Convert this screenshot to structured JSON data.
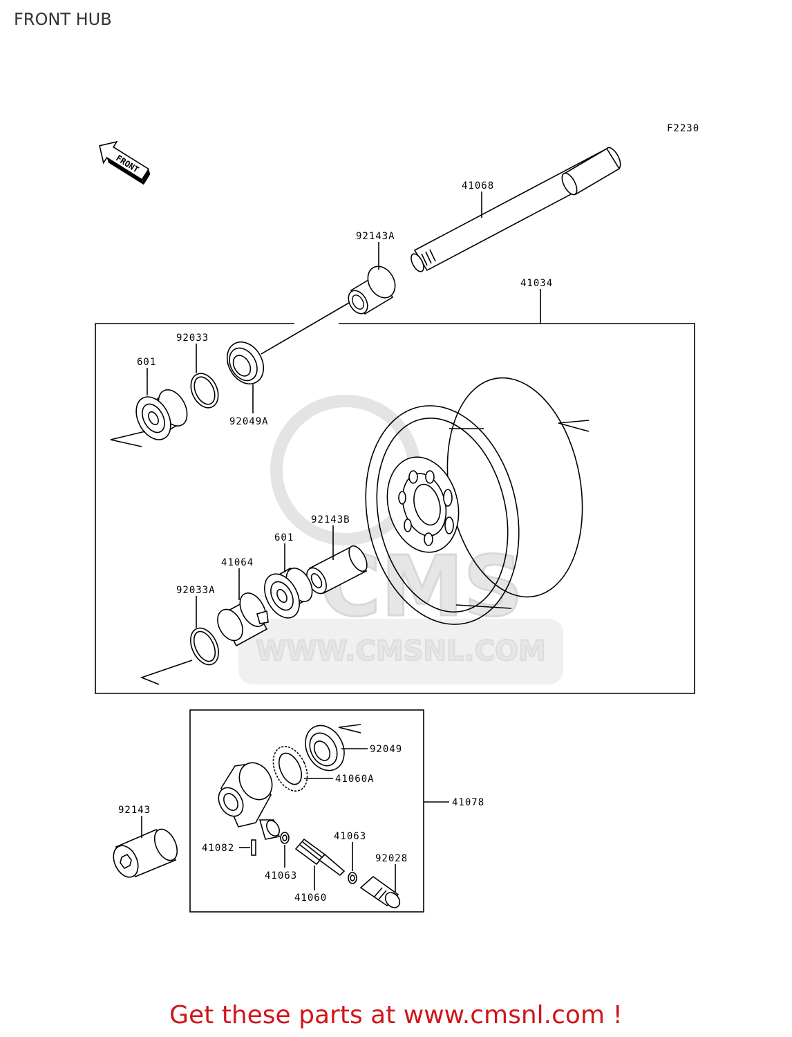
{
  "page": {
    "title": "FRONT HUB",
    "diagram_code": "F2230",
    "front_arrow_text": "FRONT",
    "footer_text": "Get these parts at www.cmsnl.com !"
  },
  "watermark": {
    "brand": "CMS",
    "url": "WWW.CMSNL.COM"
  },
  "parts": {
    "p41068": "41068",
    "p92143A": "92143A",
    "p41034": "41034",
    "p92033": "92033",
    "p601_top": "601",
    "p92049A": "92049A",
    "p92143B": "92143B",
    "p601_bottom": "601",
    "p41064": "41064",
    "p92033A": "92033A",
    "p92049": "92049",
    "p41060A": "41060A",
    "p41078": "41078",
    "p92143": "92143",
    "p41063_right": "41063",
    "p41082": "41082",
    "p92028": "92028",
    "p41063_left": "41063",
    "p41060": "41060"
  }
}
